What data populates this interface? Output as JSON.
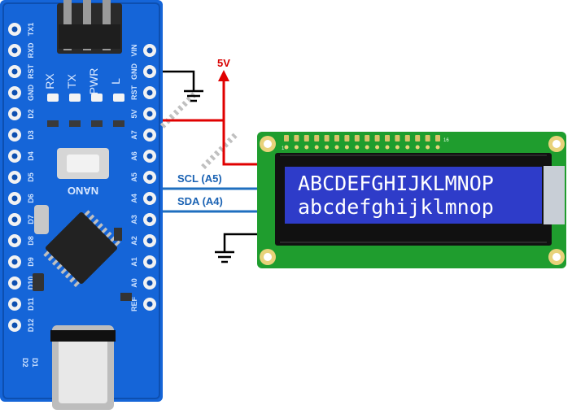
{
  "board": {
    "name": "NANO",
    "pins_left": [
      "TX1",
      "RXD",
      "RST",
      "GND",
      "D2",
      "D3",
      "D4",
      "D5",
      "D6",
      "D7",
      "D8",
      "D9",
      "D10",
      "D11",
      "D12"
    ],
    "pins_right": [
      "VIN",
      "GND",
      "RST",
      "5V",
      "A7",
      "A6",
      "A5",
      "A4",
      "A3",
      "A2",
      "A1",
      "A0",
      "REF"
    ],
    "leds": [
      "RX",
      "TX",
      "PWR",
      "L"
    ],
    "chip_marks": [
      "D1",
      "D2"
    ]
  },
  "lcd": {
    "line1": "ABCDEFGHIJKLMNOP",
    "line2": "abcdefghijklmnop",
    "pin_start": "1",
    "pin_end": "16",
    "backlight_color": "#2e3cc9"
  },
  "wires": {
    "v5_label": "5V",
    "scl_label": "SCL (A5)",
    "sda_label": "SDA (A4)",
    "v5_color": "#e00000",
    "gnd_color": "#000000",
    "signal_color": "#1f6fbf"
  }
}
